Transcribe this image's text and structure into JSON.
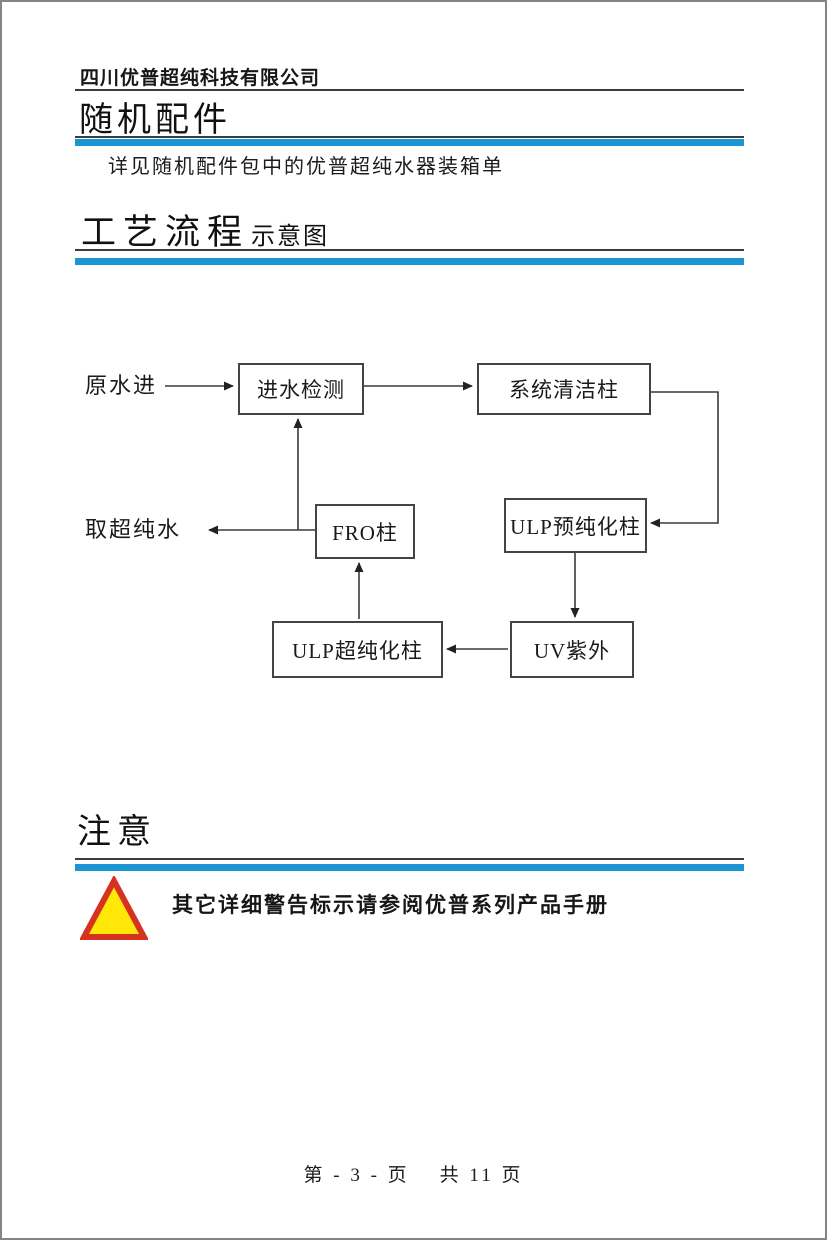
{
  "header": {
    "company_name": "四川优普超纯科技有限公司"
  },
  "sections": {
    "accessories": {
      "title": "随机配件",
      "body": "详见随机配件包中的优普超纯水器装箱单"
    },
    "process": {
      "title_main": "工艺流程",
      "title_sub": "示意图"
    },
    "notice": {
      "title": "注意",
      "warning_text": "其它详细警告标示请参阅优普系列产品手册"
    }
  },
  "diagram": {
    "input_label": "原水进",
    "output_label": "取超纯水",
    "nodes": {
      "inlet_check": "进水检测",
      "cleaning_column": "系统清洁柱",
      "pre_purification": "ULP预纯化柱",
      "fro_column": "FRO柱",
      "uv": "UV紫外",
      "ultra_purification": "ULP超纯化柱"
    }
  },
  "footer": {
    "page_left": "第 - 3 - 页",
    "page_right": "共 11 页"
  },
  "colors": {
    "accent_blue": "#1b96d2",
    "rule_dark": "#3c3c3c",
    "warning_fill": "#ffe808",
    "warning_border": "#d5331f"
  }
}
